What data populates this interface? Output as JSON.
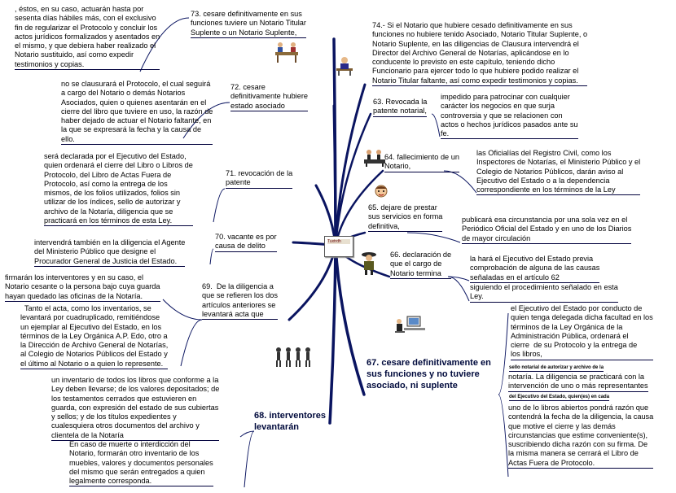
{
  "center": {
    "label": "Tuxtrdh"
  },
  "topics": {
    "t73": "73. cesare definitivamente en sus\nfunciones tuviere un Notario Titular\nSuplente o un Notario Suplente,",
    "t72": "72. cesare\ndefinitivamente hubiere\nestado asociado",
    "t71": "71. revocación de la\npatente",
    "t70": "70. vacante es por\ncausa de delito",
    "t69": "69.  De la diligencia a\nque se refieren los dos\nartículos anteriores se\nlevantará acta que",
    "t68": "68. interventores\nlevantarán",
    "t67": "67. cesare definitivamente en\nsus funciones y no tuviere\nasociado, ni suplente",
    "t63": "63. Revocada la\npatente notarial,",
    "t64": "64. fallecimiento de un\nNotario,",
    "t65": "65. dejare de prestar\nsus servicios en forma\ndefinitiva,",
    "t66": "66. declaración de\nque el cargo de\nNotario termina"
  },
  "notes": {
    "n73": ", éstos, en su caso, actuarán hasta por\nsesenta días hábiles más, con el exclusivo\nfin de regularizar el Protocolo y concluir los\nactos jurídicos formalizados y asentados en\nel mismo, y que debiera haber realizado el\nNotario sustituido, así como expedir\ntestimonios y copias.",
    "n72": "no se clausurará el Protocolo, el cual seguirá\na cargo del Notario o demás Notarios\nAsociados, quien o quienes asentarán en el\ncierre del libro que tuviere en uso, la razón de\nhaber dejado de actuar el Notario faltante, en\nla que se expresará la fecha y la causa de\nello.",
    "n71": "será declarada por el Ejecutivo del Estado,\nquien ordenará el cierre del Libro o Libros de\nProtocolo, del Libro de Actas Fuera de\nProtocolo, así como la entrega de los\nmismos, de los folios utilizados, folios sin\nutilizar de los índices, sello de autorizar y\narchivo de la Notaría, diligencia que se\npracticará en los términos de esta Ley.",
    "n70": "intervendrá también en la diligencia el Agente\ndel Ministerio Público que designe el\nProcurador General de Justicia del Estado.",
    "n69a": "firmarán los interventores y en su caso, el\nNotario cesante o la persona bajo cuya guarda\nhayan quedado las oficinas de la Notaría.",
    "n69b": "  Tanto el acta, como los inventarios, se\nlevantará por cuadruplicado, remitiéndose\nun ejemplar al Ejecutivo del Estado, en los\ntérminos de la Ley Orgánica A.P. Edo, otro a\nla Dirección de Archivo General de Notarías,\nal Colegio de Notarios Públicos del Estado y\nel último al Notario o a quien lo represente.",
    "n68a": "un inventario de todos los libros que conforme a la\nLey deben llevarse; de los valores depositados; de\nlos testamentos cerrados que estuvieren en\nguarda, con expresión del estado de sus cubiertas\ny sellos; y de los títulos expedientes y\ncualesquiera otros documentos del archivo y\nclientela de la Notaría",
    "n68b": "En caso de muerte o interdicción del\nNotario, formarán otro inventario de los\nmuebles, valores y documentos personales\ndel mismo que serán entregados a quien\nlegalmente corresponda.",
    "n74": "74.- Si el Notario que hubiere cesado definitivamente en sus\nfunciones no hubiere tenido Asociado, Notario Titular Suplente, o\nNotario Suplente, en las diligencias de Clausura intervendrá el\nDirector del Archivo General de Notarías, aplicándose en lo\nconducente lo previsto en este capítulo, teniendo dicho\nFuncionario para ejercer todo lo que hubiere podido realizar el\nNotario Titular faltante, así como expedir testimonios y copias.",
    "n63": "impedido para patrocinar con cualquier\ncarácter los negocios en que surja\ncontroversia y que se relacionen con\nactos o hechos jurídicos pasados ante su\nfe.",
    "n64": "las Oficialías del Registro Civil, como los\nInspectores de Notarías, el Ministerio Público y el\nColegio de Notarios Públicos, darán aviso al\nEjecutivo del Estado o a la dependencia\ncorrespondiente en los términos de la Ley",
    "n65": "publicará esa circunstancia por una sola vez en el\nPeriódico Oficial del Estado y en uno de los Diarios\nde mayor circulación",
    "n66a": "la hará el Ejecutivo del Estado previa\ncomprobación de alguna de las causas\nseñaladas en el artículo 62",
    "n66b": "siguiendo el procedimiento señalado en esta\nLey.",
    "n67a": "el Ejecutivo del Estado por conducto de\nquien tenga delegada dicha facultad en los\ntérminos de la Ley Orgánica de la\nAdministración Pública, ordenará el\ncierre  de su Protocolo y la entrega de\nlos libros,",
    "n67s1": "sello notarial de autorizar y archivo de la",
    "n67b": "notaría. La diligencia se practicará con la\nintervención de uno o más representantes",
    "n67s2": "del Ejecutivo del Estado, quien(es) en cada",
    "n67c": "uno de lo libros abiertos pondrá razón que\ncontendrá la fecha de la diligencia, la causa\nque motive el cierre y las demás\ncircunstancias que estime conveniente(s),\nsuscribiendo dicha razón con su firma. De\nla misma manera se cerrará el Libro de\nActas Fuera de Protocolo."
  },
  "icons": [
    "meeting-icon",
    "writer-icon",
    "funeral-icon",
    "face-icon",
    "detective-icon",
    "computer-user-icon",
    "people-icon"
  ]
}
